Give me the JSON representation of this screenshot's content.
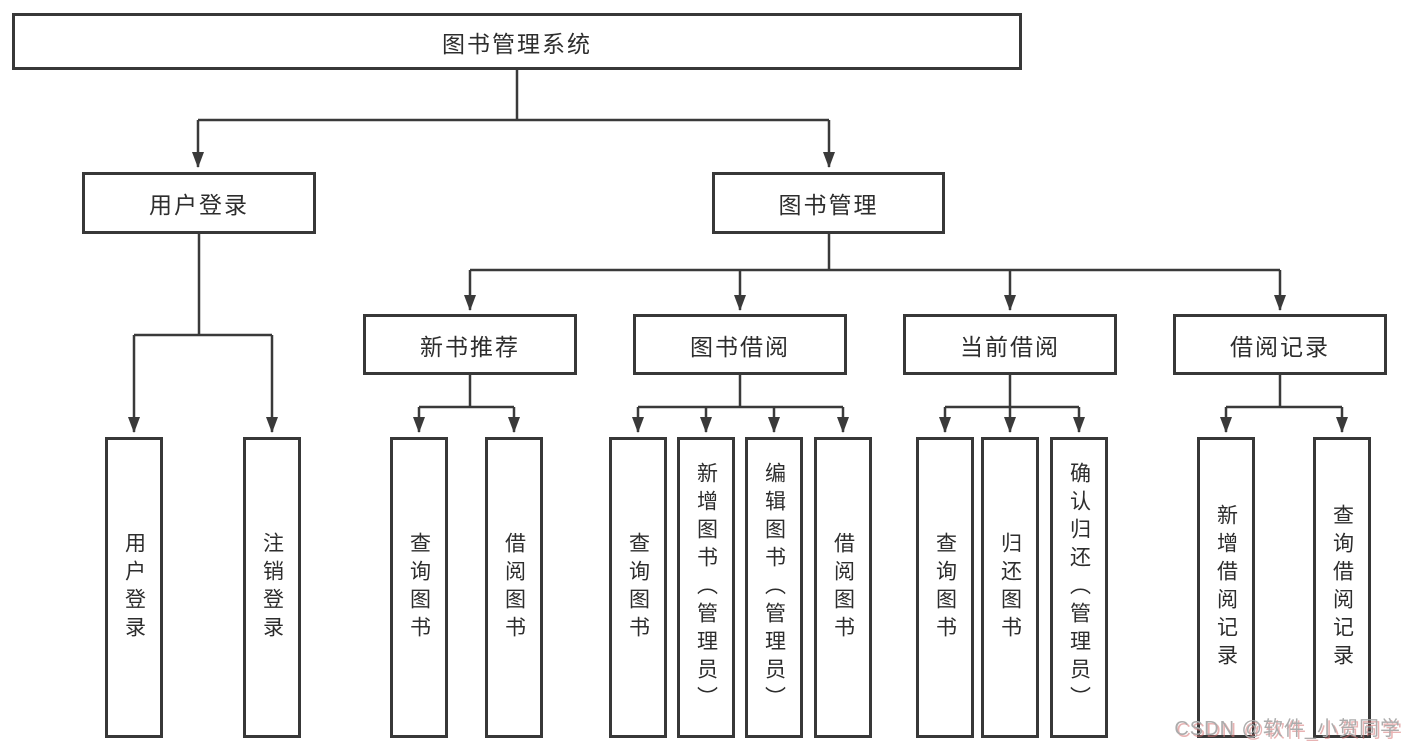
{
  "diagram": {
    "root": {
      "label": "图书管理系统"
    },
    "level2": [
      {
        "label": "用户登录",
        "children": [
          {
            "label": "用户登录"
          },
          {
            "label": "注销登录"
          }
        ]
      },
      {
        "label": "图书管理",
        "children": [
          {
            "label": "新书推荐",
            "children": [
              {
                "label": "查询图书"
              },
              {
                "label": "借阅图书"
              }
            ]
          },
          {
            "label": "图书借阅",
            "children": [
              {
                "label": "查询图书"
              },
              {
                "label": "新增图书（管理员）"
              },
              {
                "label": "编辑图书（管理员）"
              },
              {
                "label": "借阅图书"
              }
            ]
          },
          {
            "label": "当前借阅",
            "children": [
              {
                "label": "查询图书"
              },
              {
                "label": "归还图书"
              },
              {
                "label": "确认归还（管理员）"
              }
            ]
          },
          {
            "label": "借阅记录",
            "children": [
              {
                "label": "新增借阅记录"
              },
              {
                "label": "查询借阅记录"
              }
            ]
          }
        ]
      }
    ]
  },
  "watermark": {
    "text": "CSDN @软件_小贺同学"
  },
  "colors": {
    "line": "#3a3a3a",
    "text": "#2d2d2d",
    "background": "#ffffff",
    "watermark": "#acacac"
  }
}
